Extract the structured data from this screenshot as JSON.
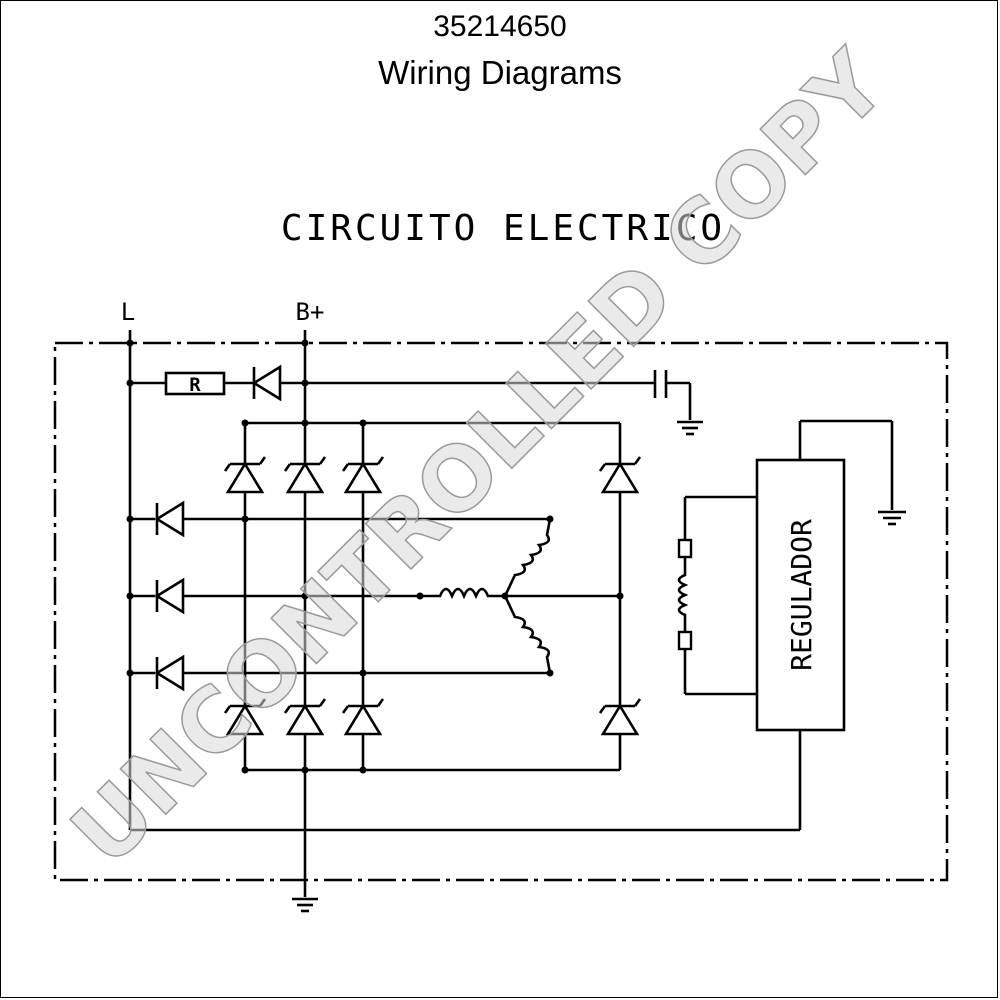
{
  "header": {
    "part_number": "35214650",
    "title": "Wiring Diagrams"
  },
  "schematic": {
    "heading": "CIRCUITO ELECTRICO",
    "terminals": {
      "l": "L",
      "b_plus": "B+"
    },
    "resistor_label": "R",
    "regulator_label": "REGULADOR"
  },
  "watermark": "UNCONTROLLED COPY",
  "colors": {
    "ink": "#000000",
    "watermark": "#d9d9d9"
  }
}
